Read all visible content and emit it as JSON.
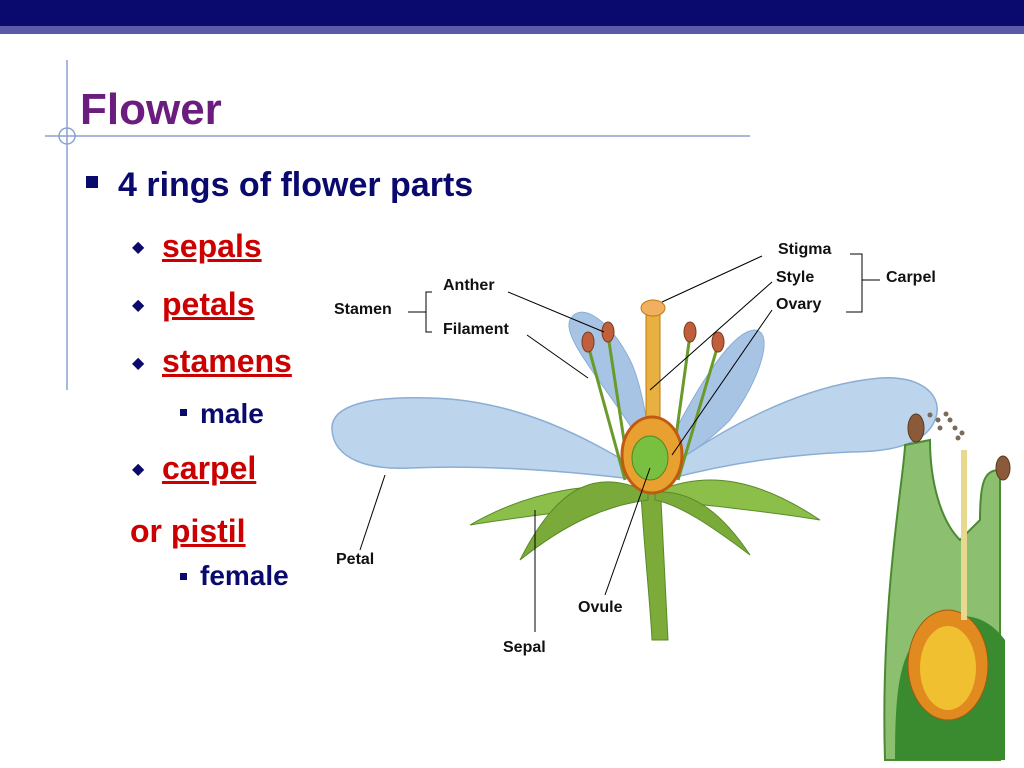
{
  "slide": {
    "title": "Flower",
    "bullet": "4 rings of flower parts",
    "items": [
      {
        "label": "sepals"
      },
      {
        "label": "petals"
      },
      {
        "label": "stamens",
        "sub": "male"
      },
      {
        "label": "carpel"
      }
    ],
    "or_prefix": "or ",
    "or_label": "pistil",
    "or_sub": "female"
  },
  "diagram": {
    "labels": {
      "stigma": "Stigma",
      "style": "Style",
      "ovary": "Ovary",
      "carpel": "Carpel",
      "anther": "Anther",
      "stamen": "Stamen",
      "filament": "Filament",
      "petal": "Petal",
      "ovule": "Ovule",
      "sepal": "Sepal"
    }
  },
  "colors": {
    "title": "#6a1d7e",
    "text": "#0a0a6e",
    "highlight": "#cc0000",
    "topbar": "#0a0a6e"
  }
}
